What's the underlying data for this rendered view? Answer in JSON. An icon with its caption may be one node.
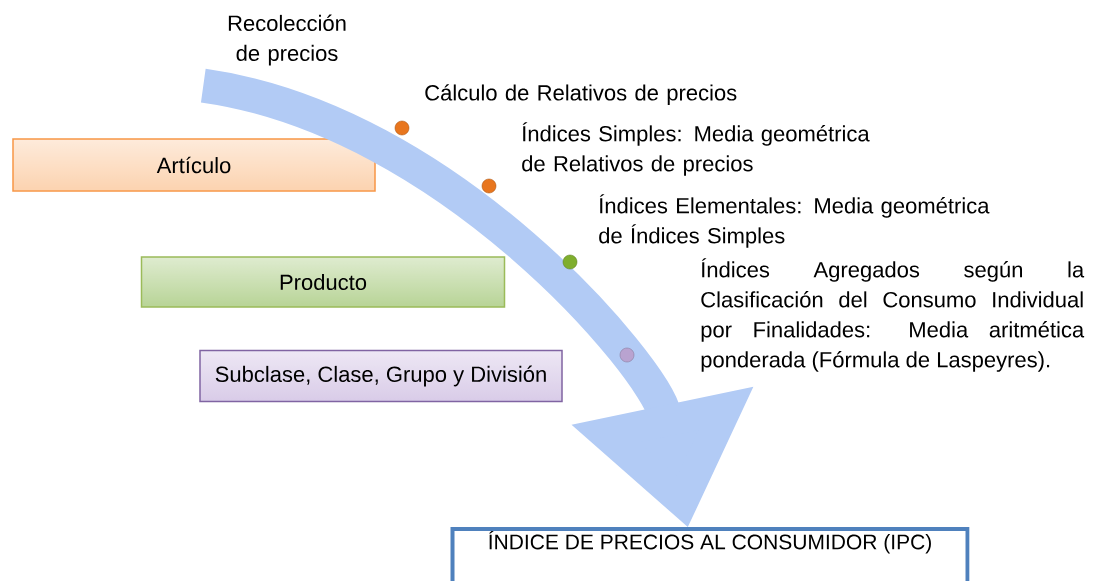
{
  "diagram": {
    "nodes": [
      {
        "text": [
          "Recolección de precios"
        ]
      },
      {
        "text": [
          "Artículo"
        ]
      },
      {
        "text": [
          "Producto"
        ]
      },
      {
        "text": [
          "Subclase, Clase, Grupo y División"
        ]
      },
      {
        "text": [
          "ÍNDICE DE PRECIOS AL CONSUMIDOR (IPC)"
        ]
      }
    ],
    "edges": [
      {
        "from": 0,
        "to": 4,
        "arrow": "to"
      }
    ],
    "labels": [
      "Cálculo de Relativos de precios",
      "Índices Simples: Media geométrica de Relativos de precios",
      "Índices Elementales: Media geométrica de Índices Simples",
      "Índices Agregados según la Clasificación del Consumo Individual por Finalidades: Media aritmética ponderada (Fórmula de Laspeyres)."
    ]
  }
}
